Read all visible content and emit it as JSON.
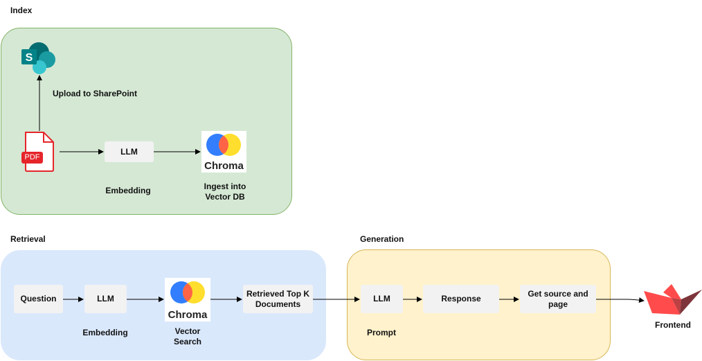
{
  "index": {
    "title": "Index",
    "upload_label": "Upload to SharePoint",
    "pdf_badge": "PDF",
    "llm_label": "LLM",
    "embedding_label": "Embedding",
    "ingest_label": "Ingest into Vector DB",
    "chroma_text": "Chroma",
    "sharepoint_letter": "S"
  },
  "retrieval": {
    "title": "Retrieval",
    "question_label": "Question",
    "llm_label": "LLM",
    "embedding_label": "Embedding",
    "chroma_text": "Chroma",
    "vector_search_label": "Vector Search",
    "retrieved_label": "Retrieved Top K Documents"
  },
  "generation": {
    "title": "Generation",
    "llm_label": "LLM",
    "prompt_label": "Prompt",
    "response_label": "Response",
    "source_label": "Get source and page"
  },
  "frontend": {
    "label": "Frontend"
  },
  "colors": {
    "index_fill": "#d5e8d4",
    "index_border": "#82b366",
    "retrieval_fill": "#dae8fc",
    "generation_fill": "#fff2cc",
    "generation_border": "#d6b656",
    "chroma_blue": "#327eff",
    "chroma_yellow": "#ffde2d",
    "chroma_red": "#ff6446",
    "pdf_red": "#e5252a",
    "streamlit_red": "#ff4b4b"
  }
}
